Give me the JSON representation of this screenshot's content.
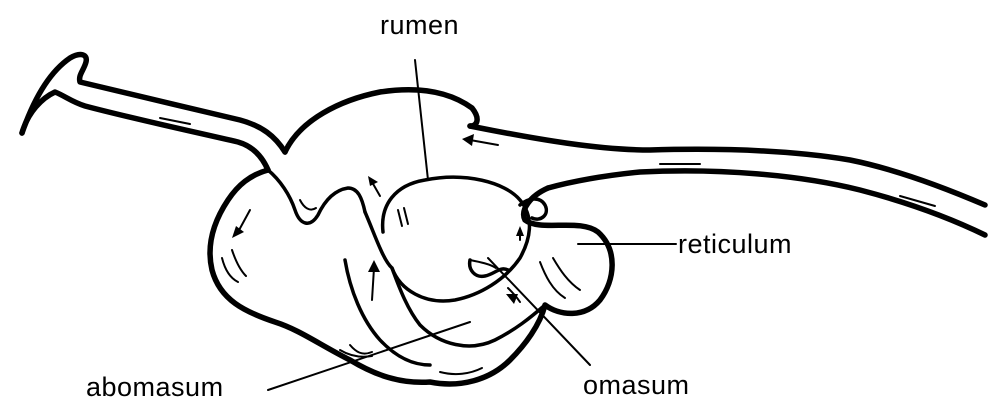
{
  "labels": {
    "rumen": "rumen",
    "reticulum": "reticulum",
    "omasum": "omasum",
    "abomasum": "abomasum"
  },
  "colors": {
    "ink": "#000000",
    "background": "#ffffff"
  }
}
